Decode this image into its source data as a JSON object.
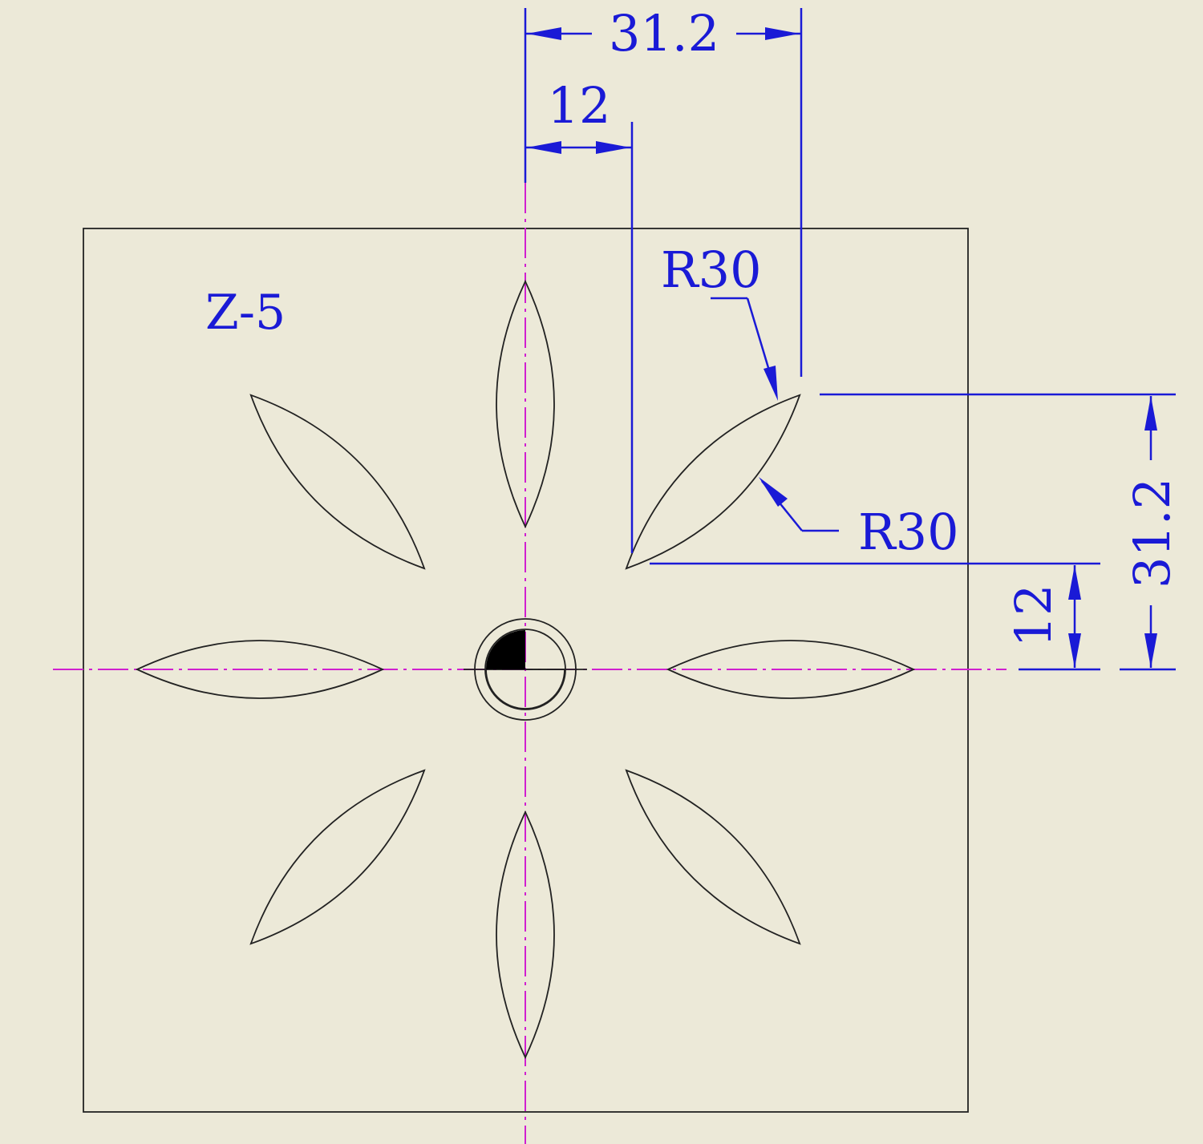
{
  "drawing": {
    "part_label": "Z-5",
    "dimensions": {
      "top_overall": "31.2",
      "top_offset": "12",
      "right_overall": "31.2",
      "right_offset": "12",
      "radius_upper": "R30",
      "radius_lower": "R30"
    },
    "petal_count": 8,
    "colors": {
      "background": "#ece9d8",
      "dimension": "#1a1ad6",
      "centerline": "#d020d0",
      "geometry": "#222222"
    }
  }
}
